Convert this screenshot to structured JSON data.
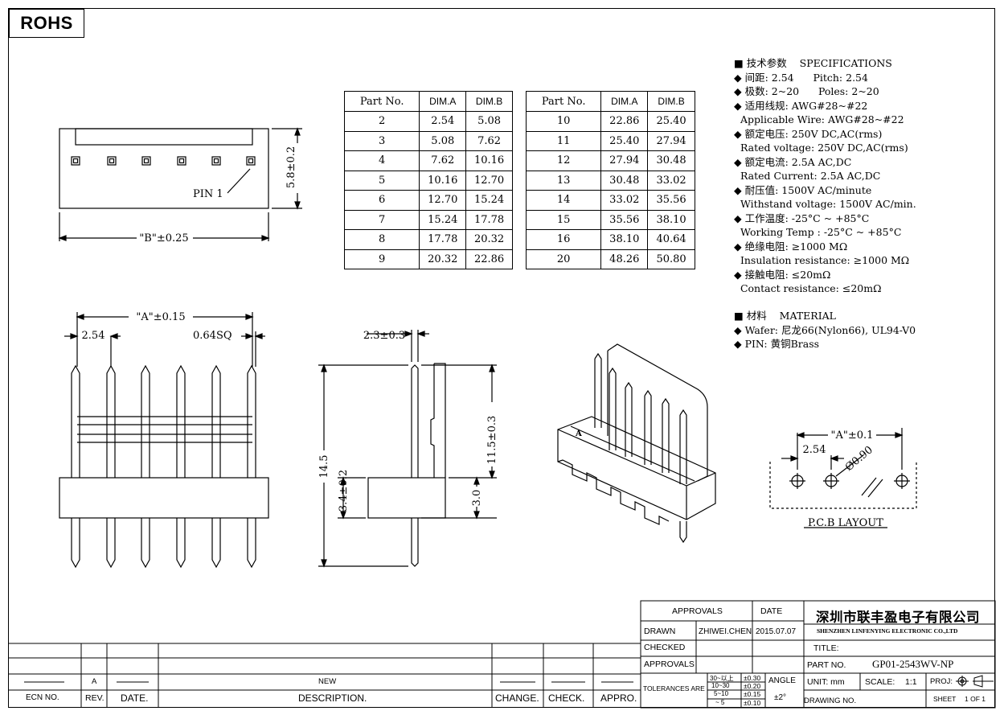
{
  "rohs_label": "ROHS",
  "dimensions": {
    "height_top": "5.8±0.2",
    "pin1": "PIN 1",
    "dim_b": "\"B\"±0.25",
    "dim_a": "\"A\"±0.15",
    "pitch": "2.54",
    "pin_sq": "0.64SQ",
    "side_width": "2.3±0.3",
    "total_height": "14.5",
    "body_height": "3.4±0.2",
    "pin_height": "11.5±0.3",
    "pin_tail": "3.0",
    "iso_marker": "A"
  },
  "part_table_left": {
    "headers": [
      "Part No.",
      "DIM.A",
      "DIM.B"
    ],
    "rows": [
      [
        "2",
        "2.54",
        "5.08"
      ],
      [
        "3",
        "5.08",
        "7.62"
      ],
      [
        "4",
        "7.62",
        "10.16"
      ],
      [
        "5",
        "10.16",
        "12.70"
      ],
      [
        "6",
        "12.70",
        "15.24"
      ],
      [
        "7",
        "15.24",
        "17.78"
      ],
      [
        "8",
        "17.78",
        "20.32"
      ],
      [
        "9",
        "20.32",
        "22.86"
      ]
    ]
  },
  "part_table_right": {
    "headers": [
      "Part No.",
      "DIM.A",
      "DIM.B"
    ],
    "rows": [
      [
        "10",
        "22.86",
        "25.40"
      ],
      [
        "11",
        "25.40",
        "27.94"
      ],
      [
        "12",
        "27.94",
        "30.48"
      ],
      [
        "13",
        "30.48",
        "33.02"
      ],
      [
        "14",
        "33.02",
        "35.56"
      ],
      [
        "15",
        "35.56",
        "38.10"
      ],
      [
        "16",
        "38.10",
        "40.64"
      ],
      [
        "20",
        "48.26",
        "50.80"
      ]
    ]
  },
  "specifications": [
    "■ 技术参数    SPECIFICATIONS",
    "◆ 间距: 2.54      Pitch: 2.54",
    "◆ 极数: 2~20      Poles: 2~20",
    "◆ 适用线规: AWG#28~#22",
    "  Applicable Wire: AWG#28~#22",
    "◆ 额定电压: 250V DC,AC(rms)",
    "  Rated voltage: 250V DC,AC(rms)",
    "◆ 额定电流: 2.5A AC,DC",
    "  Rated Current: 2.5A AC,DC",
    "◆ 耐压值: 1500V AC/minute",
    "  Withstand voltage: 1500V AC/min.",
    "◆ 工作温度: -25°C ~ +85°C",
    "  Working Temp : -25°C ~ +85°C",
    "◆ 绝缘电阻: ≥1000 MΩ",
    "  Insulation resistance: ≥1000 MΩ",
    "◆ 接触电阻: ≤20mΩ",
    "  Contact resistance: ≤20mΩ"
  ],
  "material": [
    "■ 材料    MATERIAL",
    "◆ Wafer: 尼龙66(Nylon66), UL94-V0",
    "◆ PIN: 黄铜Brass"
  ],
  "pcb": {
    "dim_a": "\"A\"±0.1",
    "pitch": "2.54",
    "hole": "Ø0.90",
    "title": "P.C.B LAYOUT"
  },
  "title_block": {
    "approvals_header": "APPROVALS",
    "date_header": "DATE",
    "drawn_label": "DRAWN",
    "drawn_by": "ZHIWEI.CHEN",
    "drawn_date": "2015.07.07",
    "checked_label": "CHECKED",
    "approvals_label": "APPROVALS",
    "tolerances_label": "TOLERANCES ARE",
    "tolerances": [
      [
        "30~以上",
        "±0.30"
      ],
      [
        "10~30",
        "±0.20"
      ],
      [
        "5~10",
        "±0.15"
      ],
      [
        "~ 5",
        "±0.10"
      ]
    ],
    "angle_label": "ANGLE",
    "angle_value": "±2°",
    "company_cn": "深圳市联丰盈电子有限公司",
    "company_en": "SHENZHEN LINFENYING ELECTRONIC CO.,LTD",
    "title_label": "TITLE:",
    "part_no_label": "PART NO.",
    "part_no": "GP01-2543WV-NP",
    "unit_label": "UNIT: mm",
    "scale_label": "SCALE:",
    "scale_value": "1:1",
    "proj_label": "PROJ:",
    "drawing_no_label": "DRAWING NO.",
    "sheet_label": "SHEET",
    "sheet_value": "1 OF 1"
  },
  "revision_block": {
    "rev_value": "A",
    "description_value": "NEW",
    "headers": [
      "ECN NO.",
      "REV.",
      "DATE.",
      "DESCRIPTION.",
      "CHANGE.",
      "CHECK.",
      "APPRO."
    ]
  }
}
